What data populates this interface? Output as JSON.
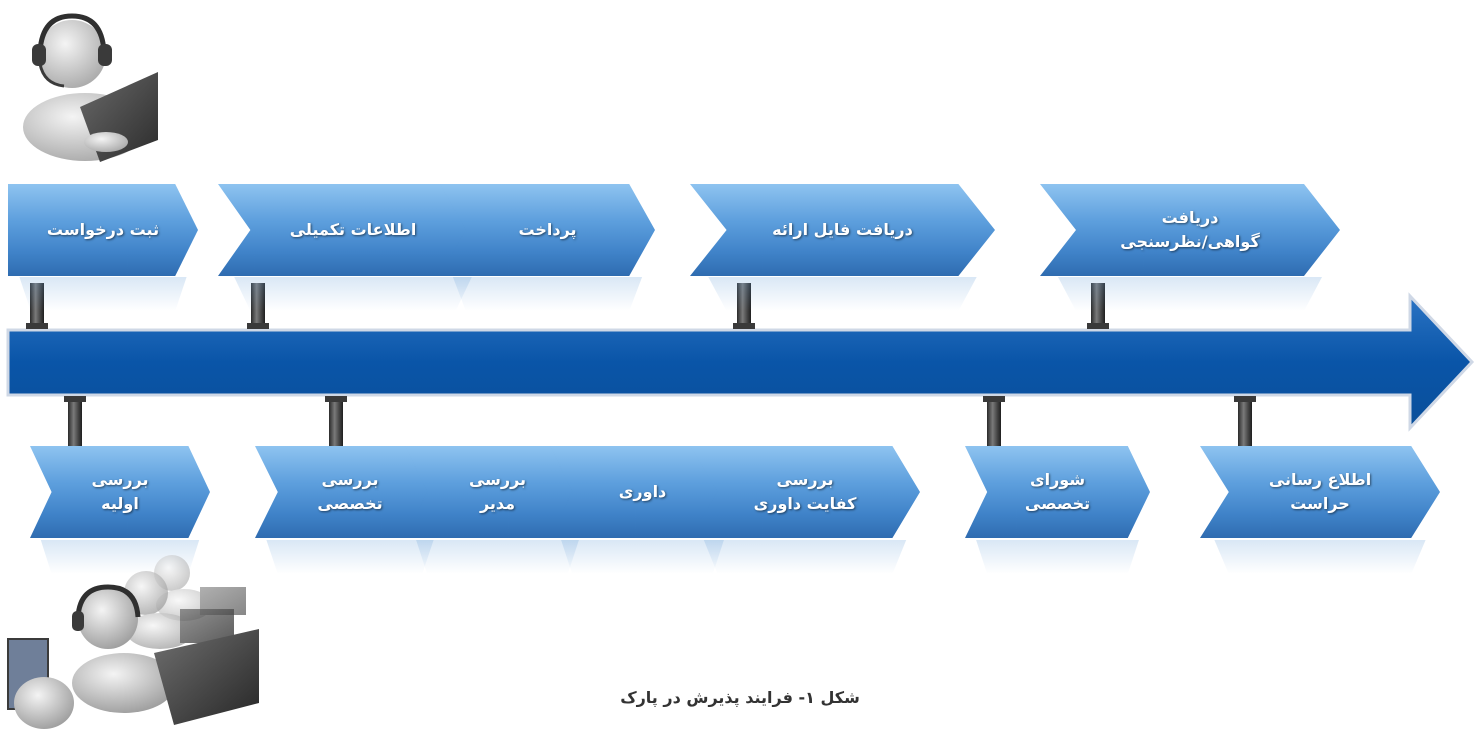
{
  "diagram": {
    "top_steps": [
      [
        "ثبت درخواست"
      ],
      [
        "اطلاعات تکمیلی"
      ],
      [
        "پرداخت"
      ],
      [
        "دریافت فایل ارائه"
      ],
      [
        "دریافت",
        "گواهی/نظرسنجی"
      ]
    ],
    "bottom_steps": [
      [
        "بررسی",
        "اولیه"
      ],
      [
        "بررسی",
        "تخصصی"
      ],
      [
        "بررسی",
        "مدیر"
      ],
      [
        "داوری"
      ],
      [
        "بررسی",
        "کفایت داوری"
      ],
      [
        "شورای",
        "تخصصی"
      ],
      [
        "اطلاع رسانی",
        "حراست"
      ]
    ],
    "caption": "شکل ۱- فرایند پذیرش  در پارک",
    "colors": {
      "arrow_dark": "#0a4f9a",
      "arrow_light": "#2b74c4",
      "chevron_light": "#8ec3f0",
      "chevron_dark": "#2f6cb0"
    }
  }
}
